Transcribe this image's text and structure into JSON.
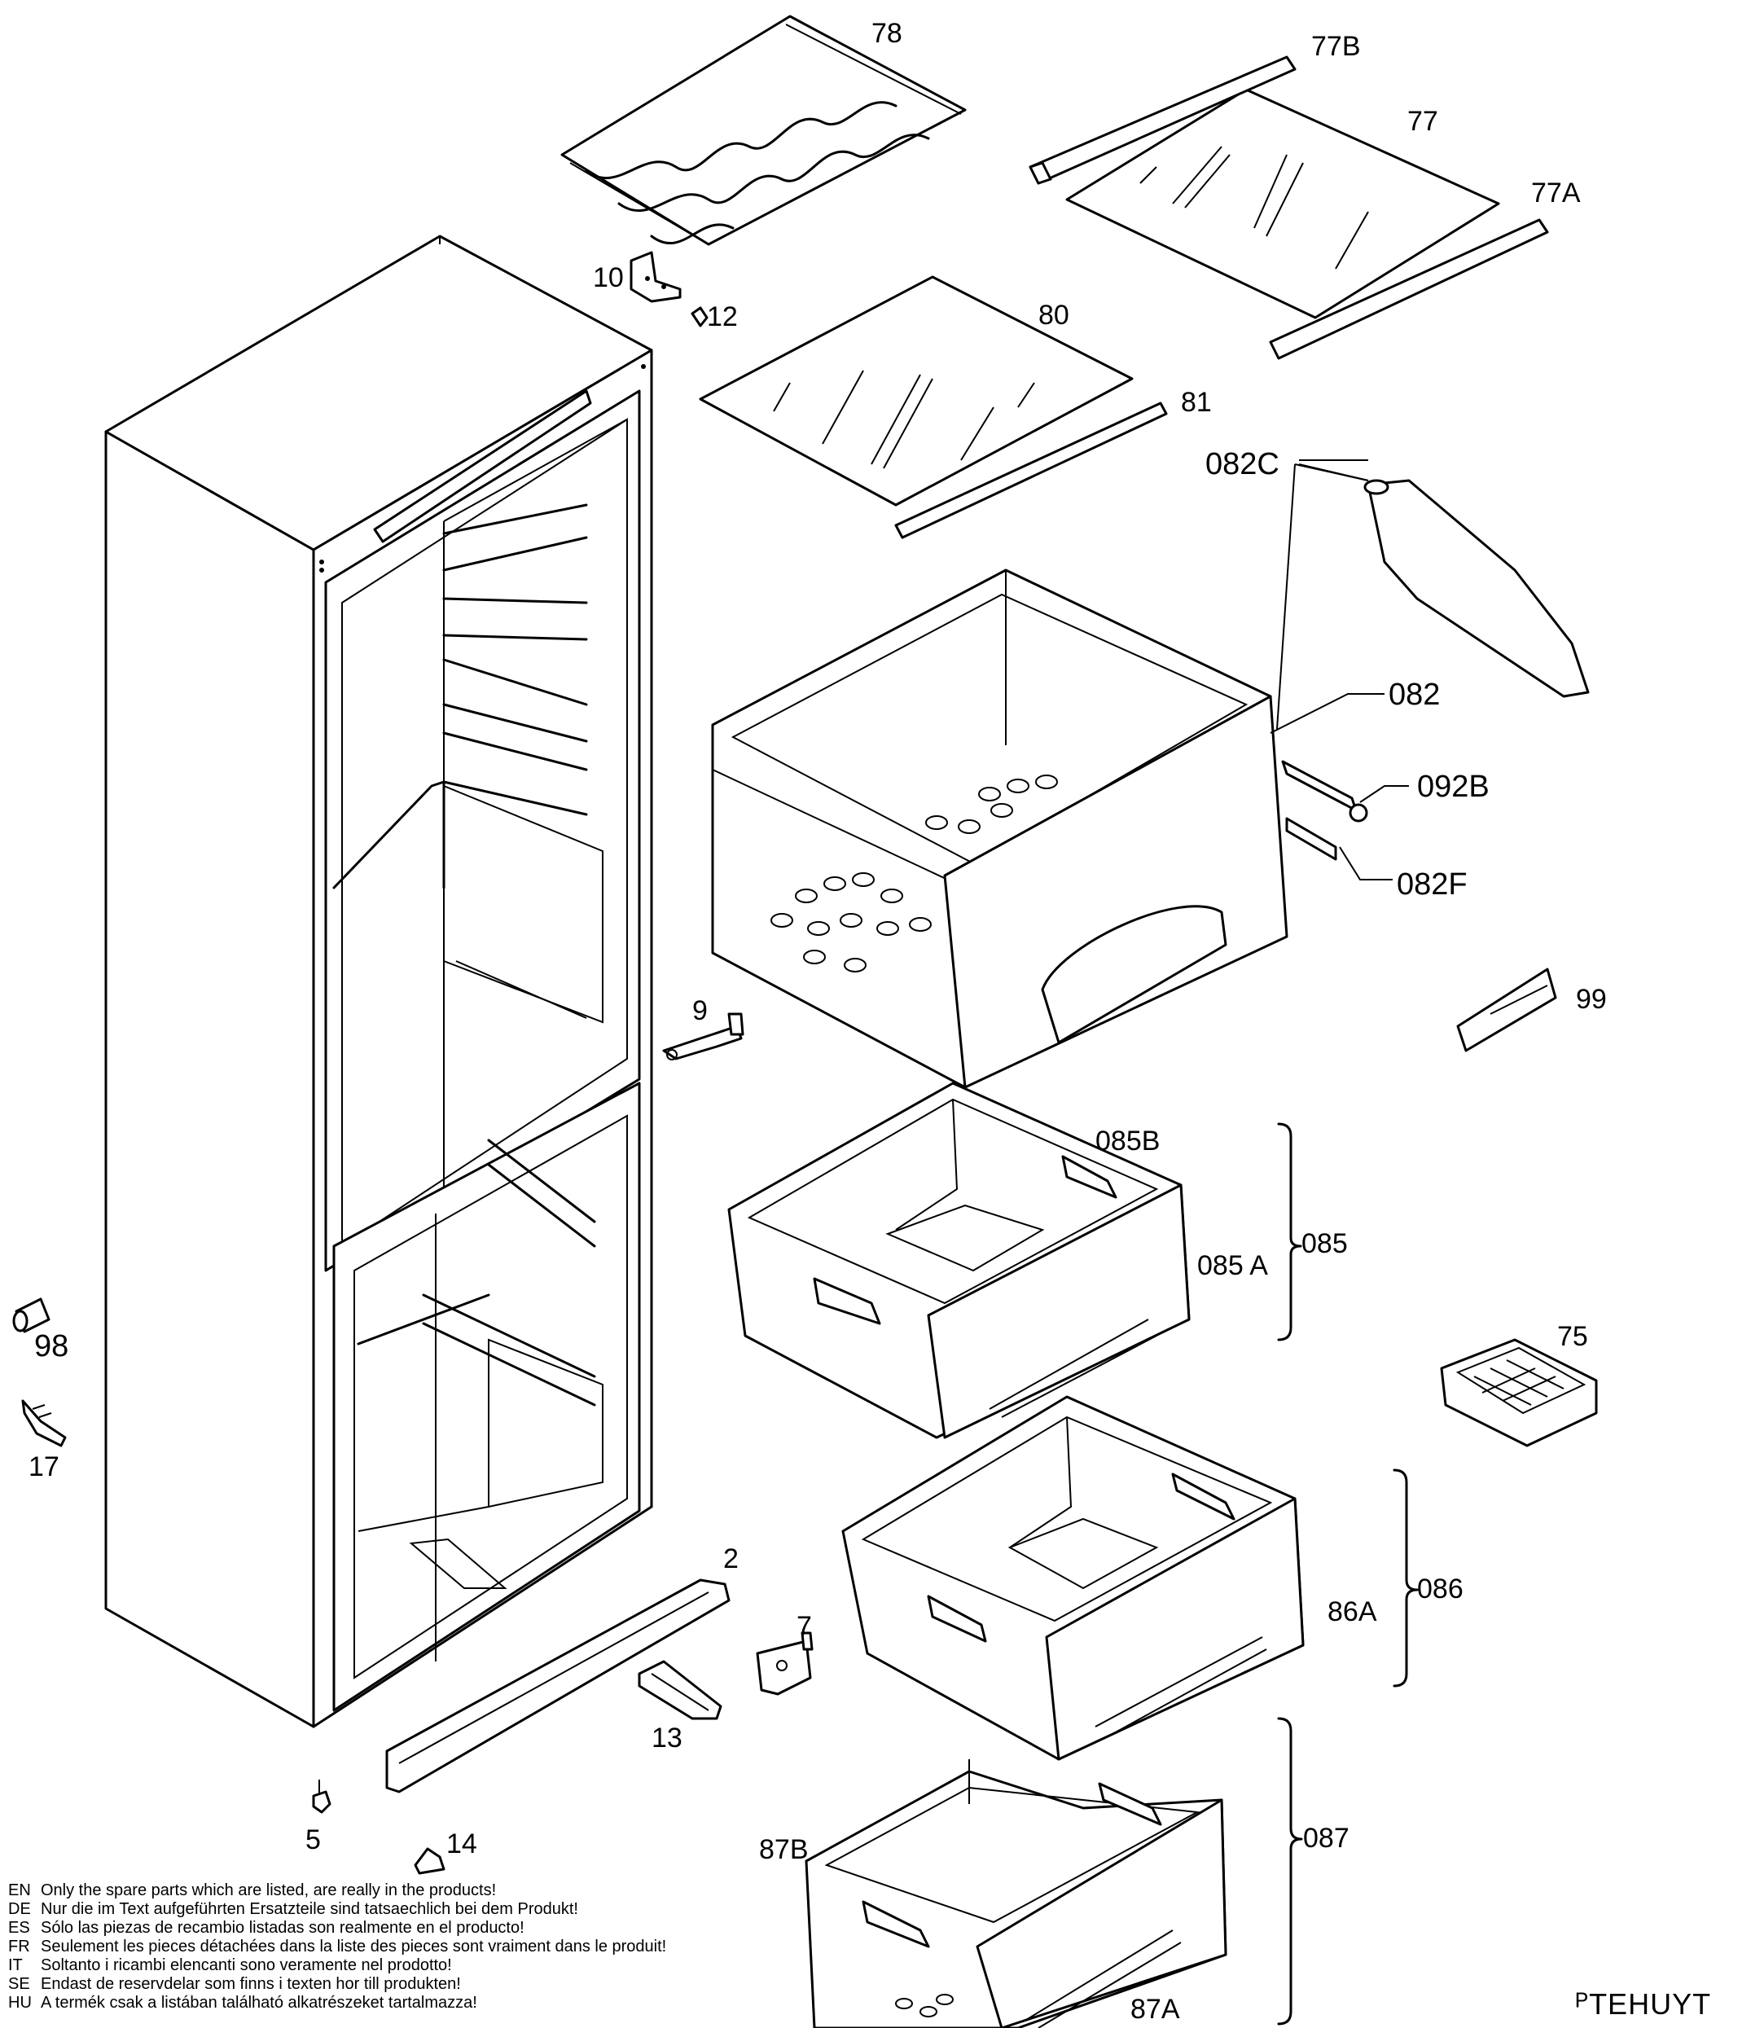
{
  "diagram": {
    "labels": {
      "p78": "78",
      "p77B": "77B",
      "p77": "77",
      "p77A": "77A",
      "p10": "10",
      "p12": "12",
      "p80": "80",
      "p81": "81",
      "p082C": "082C",
      "p082": "082",
      "p092B": "092B",
      "p082F": "082F",
      "p9": "9",
      "p99": "99",
      "p085B": "085B",
      "p085A": "085 A",
      "p085": "085",
      "p98": "98",
      "p17": "17",
      "p75": "75",
      "p086": "086",
      "p86A": "86A",
      "p2": "2",
      "p7": "7",
      "p13": "13",
      "p087": "087",
      "p87B": "87B",
      "p87A": "87A",
      "p5": "5",
      "p14": "14"
    }
  },
  "notes": [
    {
      "lang": "EN",
      "text": "Only the spare parts which are listed, are really in the products!"
    },
    {
      "lang": "DE",
      "text": "Nur die im Text aufgeführten Ersatzteile sind tatsaechlich bei dem Produkt!"
    },
    {
      "lang": "ES",
      "text": "Sólo las piezas de recambio  listadas son realmente en el producto!"
    },
    {
      "lang": "FR",
      "text": "Seulement les pieces détachées dans la liste des pieces sont vraiment dans le produit!"
    },
    {
      "lang": "IT",
      "text": "Soltanto i ricambi elencanti sono veramente nel prodotto!"
    },
    {
      "lang": "SE",
      "text": "Endast de reservdelar som finns i texten hor till produkten!"
    },
    {
      "lang": "HU",
      "text": "A termék csak a listában található alkatrészeket tartalmazza!"
    }
  ],
  "brand": "ᴾTEHUYT"
}
